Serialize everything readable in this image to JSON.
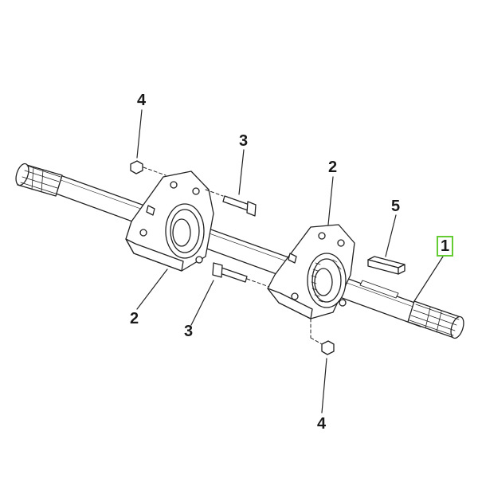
{
  "diagram": {
    "labels": {
      "shaft": "1",
      "bearing_left": "2",
      "bearing_right": "2",
      "bolt_upper": "3",
      "bolt_lower": "3",
      "nut_upper": "4",
      "nut_lower": "4",
      "key": "5"
    },
    "highlight_color": "#66cc33"
  }
}
